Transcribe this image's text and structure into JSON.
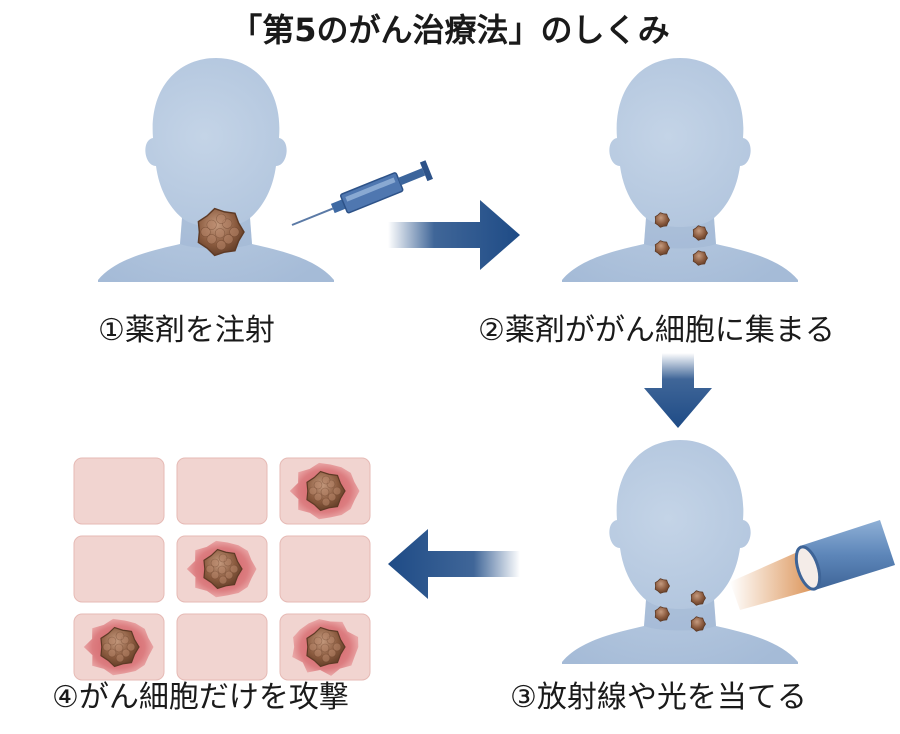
{
  "title": "「第5のがん治療法」のしくみ",
  "steps": [
    {
      "label": "①薬剤を注射"
    },
    {
      "label": "②薬剤ががん細胞に集まる"
    },
    {
      "label": "③放射線や光を当てる"
    },
    {
      "label": "④がん細胞だけを攻撃"
    }
  ],
  "grid": {
    "rows": 3,
    "cols": 3,
    "cancer_cells": [
      [
        0,
        2
      ],
      [
        1,
        1
      ],
      [
        2,
        0
      ],
      [
        2,
        2
      ]
    ]
  },
  "colors": {
    "silhouette": "#b3c6de",
    "silhouette_shadow": "#97afcd",
    "arrow": "#1e4b86",
    "tumor": "#8a5a3e",
    "tumor_light": "#b7866a",
    "tissue": "#f1d4d0",
    "tissue_border": "#e6bab5",
    "cancer_halo": "#d86e72",
    "syringe": "#4f77b0",
    "light_beam": "#d98b4a",
    "device": "#5d86b9"
  }
}
